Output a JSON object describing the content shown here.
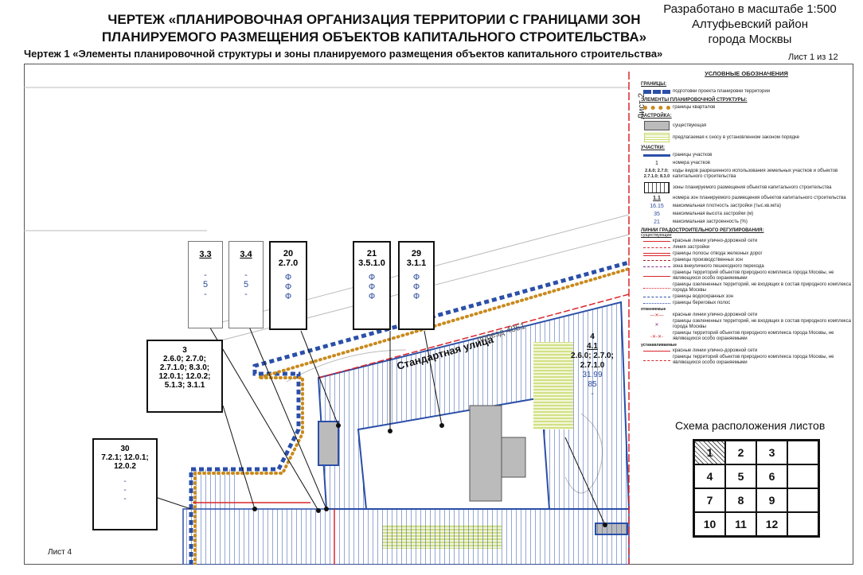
{
  "header": {
    "title_line1": "ЧЕРТЕЖ «ПЛАНИРОВОЧНАЯ ОРГАНИЗАЦИЯ ТЕРРИТОРИИ С ГРАНИЦАМИ ЗОН",
    "title_line2": "ПЛАНИРУЕМОГО РАЗМЕЩЕНИЯ ОБЪЕКТОВ КАПИТАЛЬНОГО СТРОИТЕЛЬСТВА»",
    "scale": "Разработано в масштабе 1:500",
    "district": "Алтуфьевский район",
    "city": "города Москвы",
    "subtitle": "Чертеж 1 «Элементы планировочной структуры и зоны планируемого размещения объектов капитального строительства»",
    "sheet": "Лист 1 из 12"
  },
  "map": {
    "street_name": "Стандартная улица",
    "passage": "проезд 4051",
    "sheet_right": "Лист 2",
    "sheet_bottom": "Лист 4",
    "boxes": [
      {
        "id": "3.3",
        "code": "",
        "v1": "-",
        "v2": "5",
        "v3": "-"
      },
      {
        "id": "3.4",
        "code": "",
        "v1": "-",
        "v2": "5",
        "v3": "-"
      },
      {
        "id": "20",
        "code": "2.7.0",
        "v1": "Ф",
        "v2": "Ф",
        "v3": "Ф"
      },
      {
        "id": "21",
        "code": "3.5.1.0",
        "v1": "Ф",
        "v2": "Ф",
        "v3": "Ф"
      },
      {
        "id": "29",
        "code": "3.1.1",
        "v1": "Ф",
        "v2": "Ф",
        "v3": "Ф"
      }
    ],
    "box3": {
      "id": "3",
      "codes": [
        "2.6.0; 2.7.0;",
        "2.7.1.0; 8.3.0;",
        "12.0.1; 12.0.2;",
        "5.1.3; 3.1.1"
      ]
    },
    "box30": {
      "id": "30",
      "codes": [
        "7.2.1; 12.0.1;",
        "12.0.2"
      ],
      "v1": "-",
      "v2": "-",
      "v3": "-"
    },
    "zone4": {
      "id": "4",
      "sub": "4.1",
      "codes1": "2.6.0; 2.7.0;",
      "codes2": "2.7.1.0",
      "density": "31,99",
      "height": "85",
      "pct": "-"
    }
  },
  "legend": {
    "title": "УСЛОВНЫЕ ОБОЗНАЧЕНИЯ",
    "s_borders": "ГРАНИЦЫ:",
    "borders_txt": "подготовки проекта планировки территории",
    "s_elements": "ЭЛЕМЕНТЫ ПЛАНИРОВОЧНОЙ СТРУКТУРЫ:",
    "elements_txt": "границы кварталов",
    "s_build": "ЗАСТРОЙКА:",
    "build_existing": "существующая",
    "build_demolish": "предлагаемая к сносу в установленном законом порядке",
    "s_plots": "УЧАСТКИ:",
    "plots_border": "границы участков",
    "plots_num": "номера участков",
    "plots_codes_sym": "2.6.0; 2.7.0; 2.7.1.0; 8.3.0",
    "plots_codes": "коды видов разрешенного использования земельных участков и объектов капитального строительства",
    "zones": "зоны планируемого размещения объектов капитального строительства",
    "zones_num_sym": "1.1",
    "zones_num": "номера зон планируемого размещения объектов капитального строительства",
    "density_sym": "16.15",
    "density": "максимальная плотность застройки (тыс.кв.м/га)",
    "height_sym": "35",
    "height": "максимальная высота застройки (м)",
    "pct_sym": "21",
    "pct": "максимальная застроенность (%)",
    "s_lines": "ЛИНИИ ГРАДОСТРОИТЕЛЬНОГО РЕГУЛИРОВАНИЯ:",
    "lines_existing": "существующие",
    "lines": [
      "красные линии улично-дорожной сети",
      "линия застройки",
      "границы полосы отвода железных дорог",
      "границы производственных зон",
      "зона внеуличного пешеходного перехода",
      "границы территорий объектов природного комплекса города Москвы, не являющихся особо охраняемыми",
      "границы озелененных территорий, не входящих в состав природного комплекса города Москвы",
      "границы водоохранных зон",
      "границы береговых полос"
    ],
    "cancel_label": "отменяемые",
    "cancel_lines": [
      "красные линии улично-дорожной сети",
      "границы озелененных территорий, не входящих в состав природного комплекса города Москвы",
      "границы территорий объектов природного комплекса города Москвы, не являющихся особо охраняемыми"
    ],
    "set_label": "устанавливаемые",
    "set_lines": [
      "красные линии улично-дорожной сети",
      "границы территорий объектов природного комплекса города Москвы, не являющихся особо охраняемыми"
    ]
  },
  "scheme": {
    "title": "Схема расположения листов",
    "cells": [
      "1",
      "2",
      "3",
      "",
      "4",
      "5",
      "6",
      "",
      "7",
      "8",
      "9",
      "",
      "10",
      "11",
      "12",
      ""
    ]
  },
  "colors": {
    "blue": "#2b4fa8",
    "red": "#d8262b",
    "orange": "#c98a1c",
    "green": "#c7d96a"
  }
}
